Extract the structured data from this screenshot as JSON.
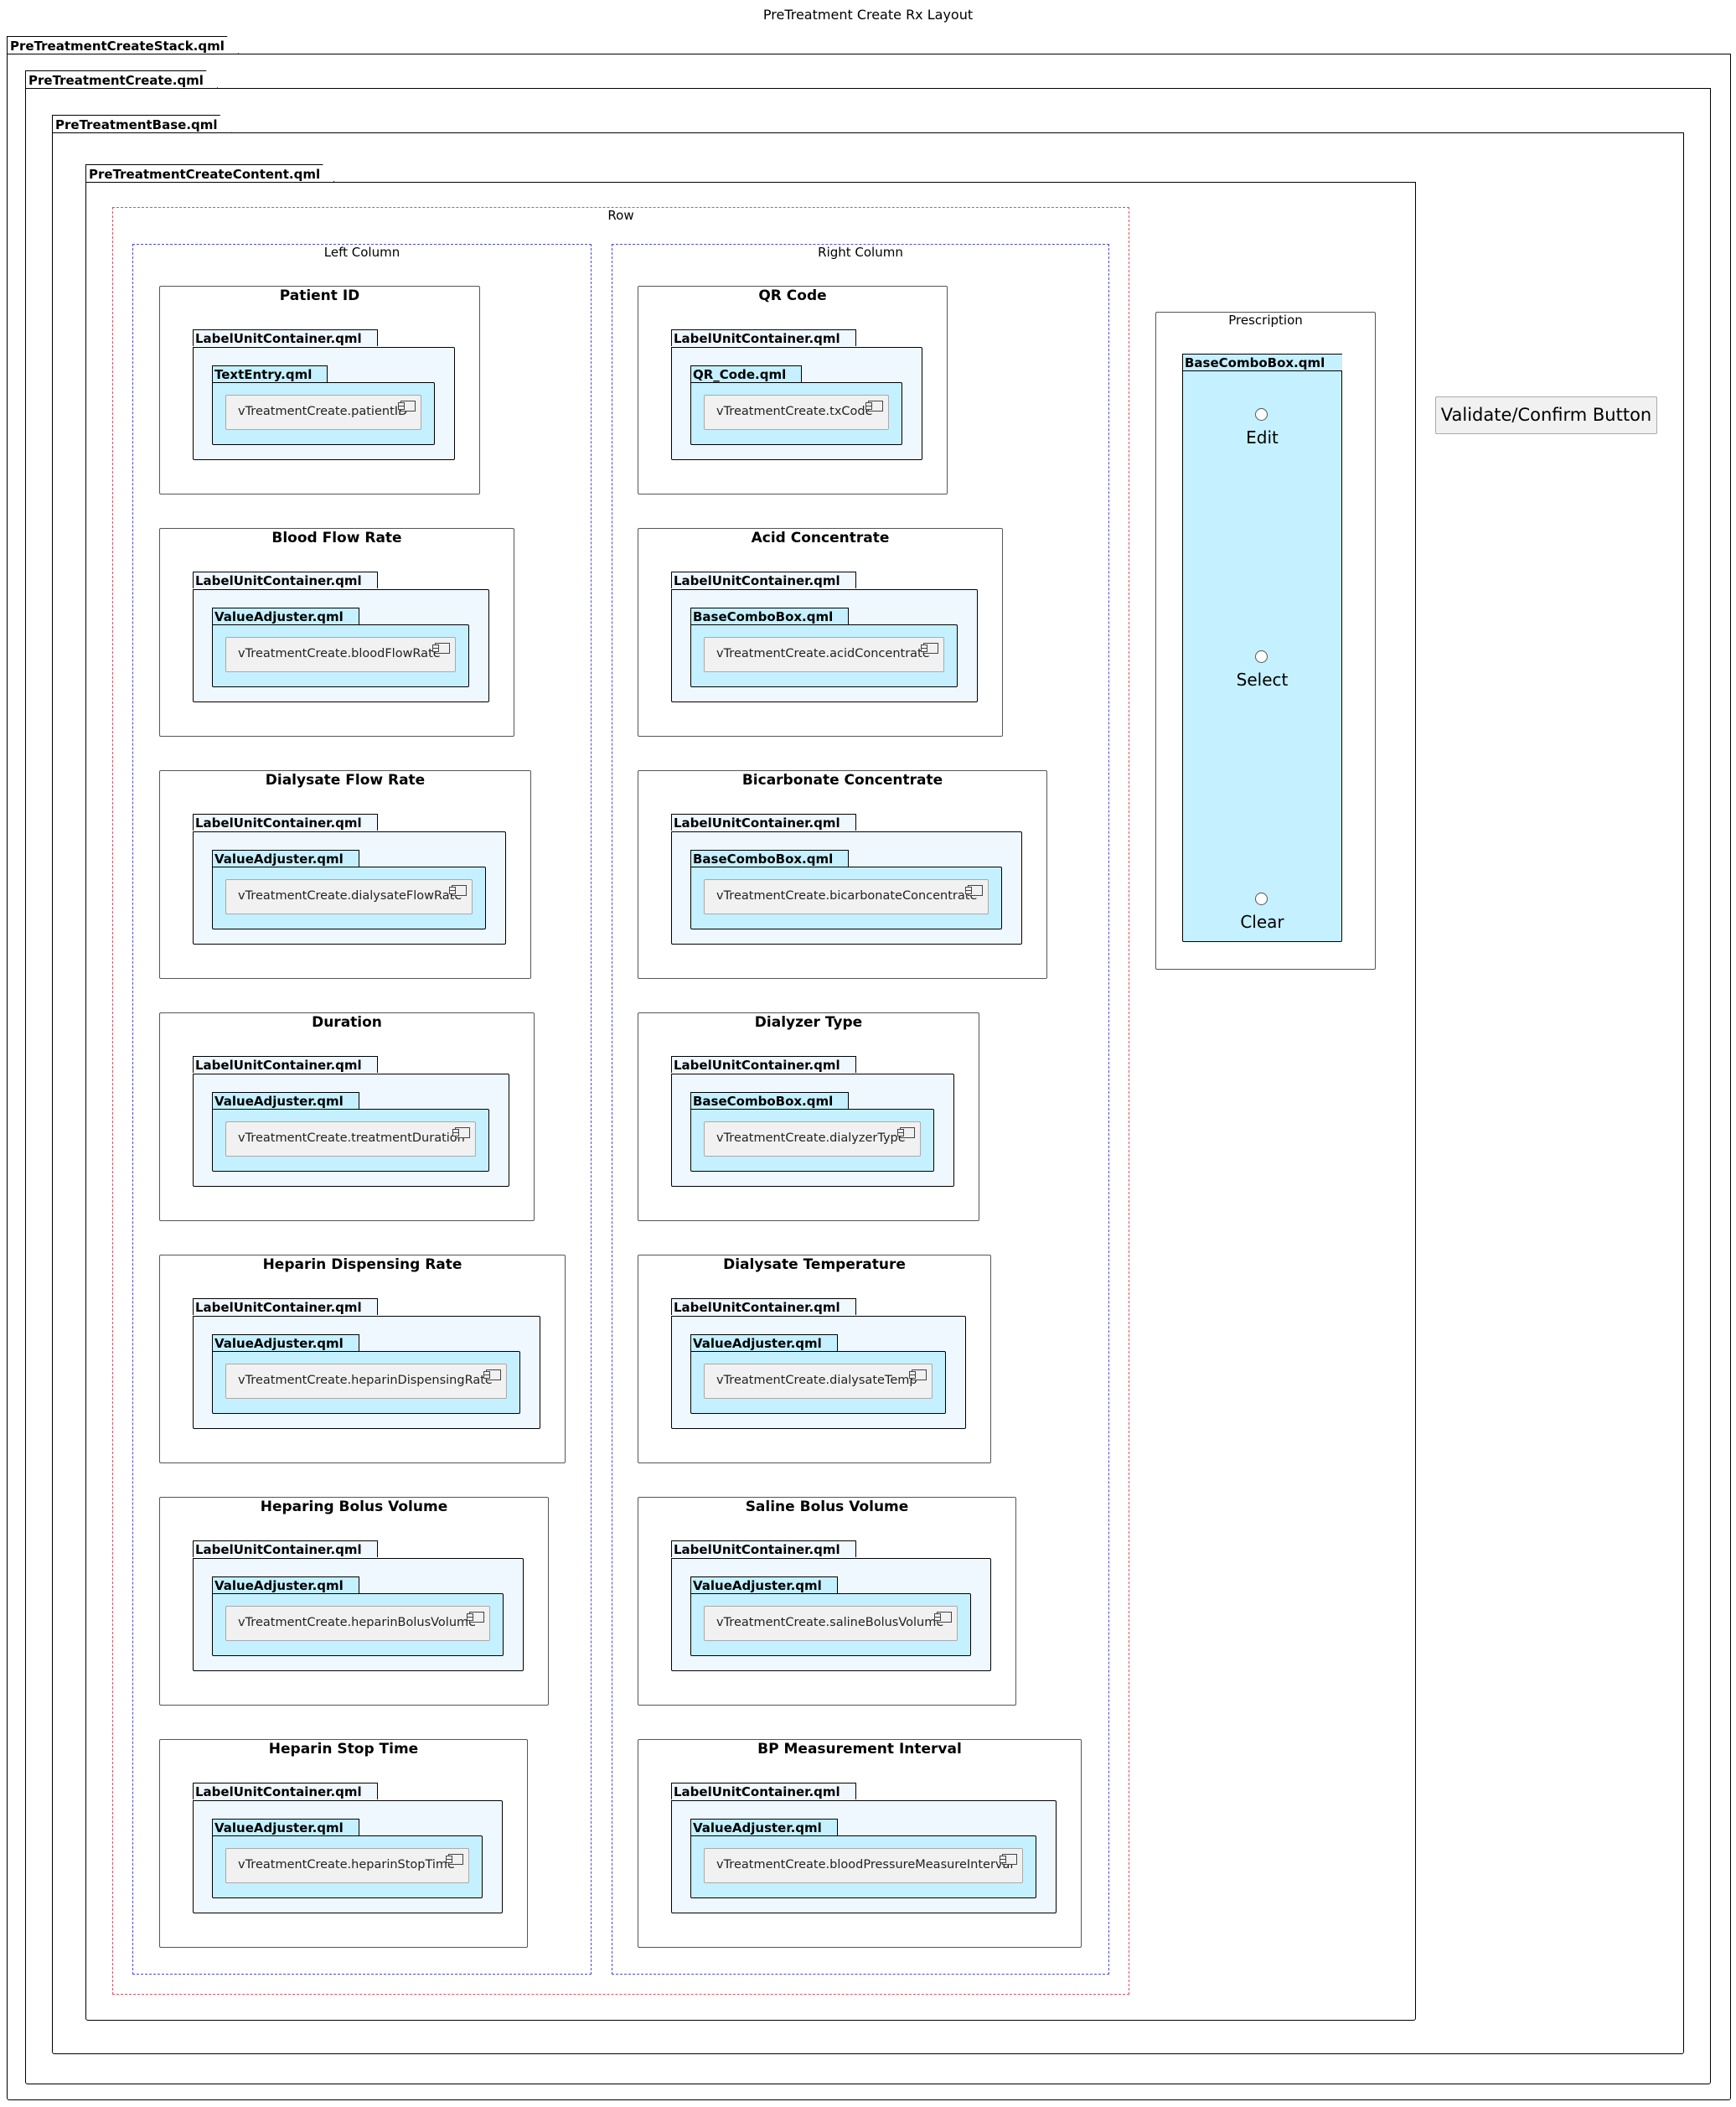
{
  "title": "PreTreatment Create Rx Layout",
  "packages": {
    "stack": "PreTreatmentCreateStack.qml",
    "create": "PreTreatmentCreate.qml",
    "base": "PreTreatmentBase.qml",
    "content": "PreTreatmentCreateContent.qml"
  },
  "row_label": "Row",
  "left_column_label": "Left Column",
  "right_column_label": "Right Column",
  "container_label": "LabelUnitContainer.qml",
  "left_cards": [
    {
      "title": "Patient ID",
      "type": "TextEntry.qml",
      "component": "vTreatmentCreate.patientID"
    },
    {
      "title": "Blood Flow Rate",
      "type": "ValueAdjuster.qml",
      "component": "vTreatmentCreate.bloodFlowRate"
    },
    {
      "title": "Dialysate Flow Rate",
      "type": "ValueAdjuster.qml",
      "component": "vTreatmentCreate.dialysateFlowRate"
    },
    {
      "title": "Duration",
      "type": "ValueAdjuster.qml",
      "component": "vTreatmentCreate.treatmentDuration"
    },
    {
      "title": "Heparin Dispensing Rate",
      "type": "ValueAdjuster.qml",
      "component": "vTreatmentCreate.heparinDispensingRate"
    },
    {
      "title": "Heparing Bolus Volume",
      "type": "ValueAdjuster.qml",
      "component": "vTreatmentCreate.heparinBolusVolume"
    },
    {
      "title": "Heparin Stop Time",
      "type": "ValueAdjuster.qml",
      "component": "vTreatmentCreate.heparinStopTime"
    }
  ],
  "right_cards": [
    {
      "title": "QR Code",
      "type": "QR_Code.qml",
      "component": "vTreatmentCreate.txCode"
    },
    {
      "title": "Acid Concentrate",
      "type": "BaseComboBox.qml",
      "component": "vTreatmentCreate.acidConcentrate"
    },
    {
      "title": "Bicarbonate Concentrate",
      "type": "BaseComboBox.qml",
      "component": "vTreatmentCreate.bicarbonateConcentrate"
    },
    {
      "title": "Dialyzer Type",
      "type": "BaseComboBox.qml",
      "component": "vTreatmentCreate.dialyzerType"
    },
    {
      "title": "Dialysate Temperature",
      "type": "ValueAdjuster.qml",
      "component": "vTreatmentCreate.dialysateTemp"
    },
    {
      "title": "Saline Bolus Volume",
      "type": "ValueAdjuster.qml",
      "component": "vTreatmentCreate.salineBolusVolume"
    },
    {
      "title": "BP Measurement Interval",
      "type": "ValueAdjuster.qml",
      "component": "vTreatmentCreate.bloodPressureMeasureInterval"
    }
  ],
  "prescription": {
    "title": "Prescription",
    "combo": "BaseComboBox.qml",
    "interfaces": [
      "Edit",
      "Select",
      "Clear"
    ]
  },
  "validate_button": "Validate/Confirm Button",
  "colors": {
    "container_fill": "#eff7ff",
    "inner_fill": "#c5f0ff",
    "row_border": "#e05060",
    "column_border": "#4a4adf"
  }
}
